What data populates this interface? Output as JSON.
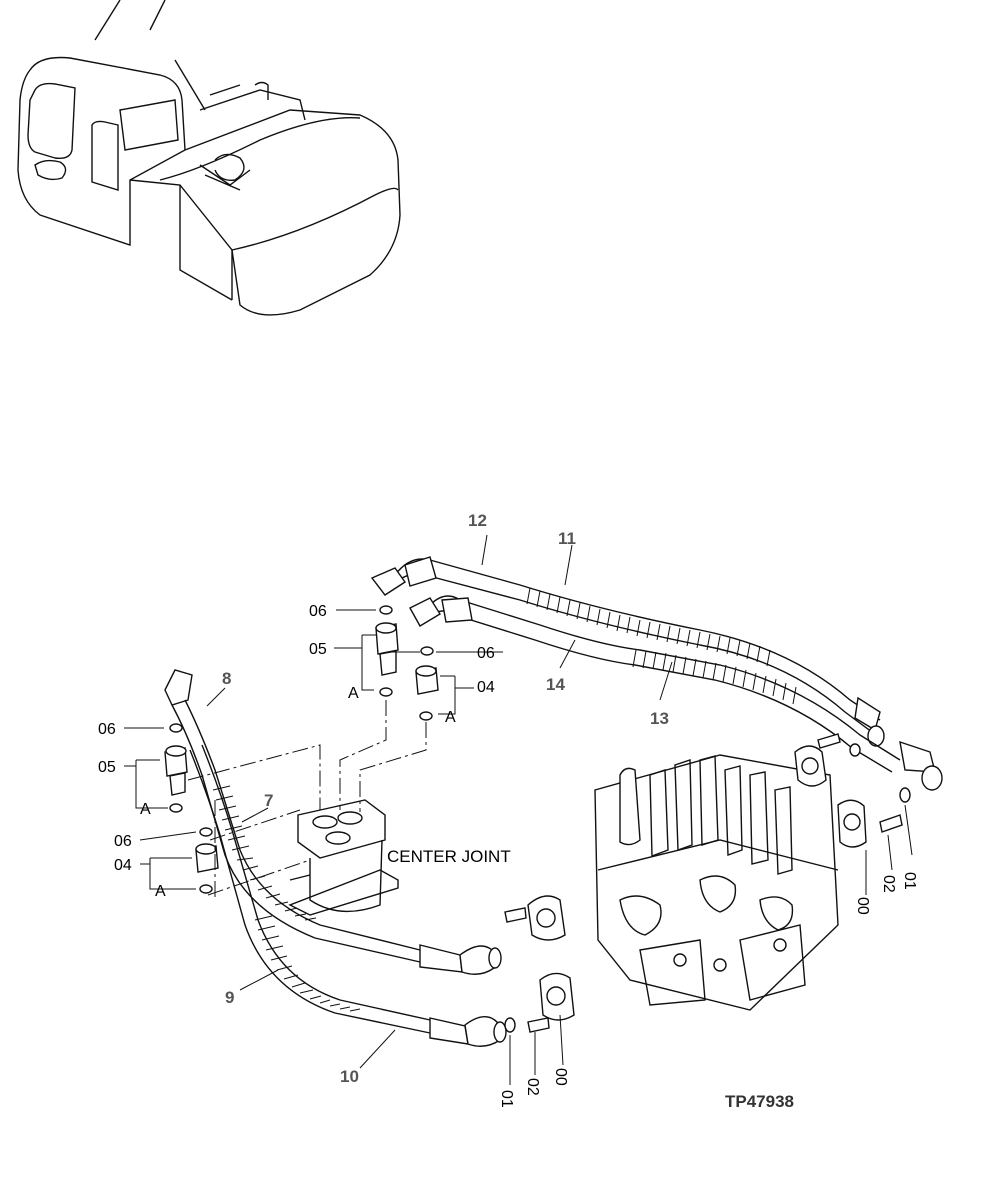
{
  "figure_id": "TP47938",
  "center_joint_label": "CENTER JOINT",
  "part_numbers": {
    "p7": "7",
    "p8": "8",
    "p9": "9",
    "p10": "10",
    "p11": "11",
    "p12": "12",
    "p13": "13",
    "p14": "14",
    "p00": "00",
    "p01": "01",
    "p02": "02",
    "p04": "04",
    "p05": "05",
    "p06": "06"
  },
  "view_marker": "A"
}
